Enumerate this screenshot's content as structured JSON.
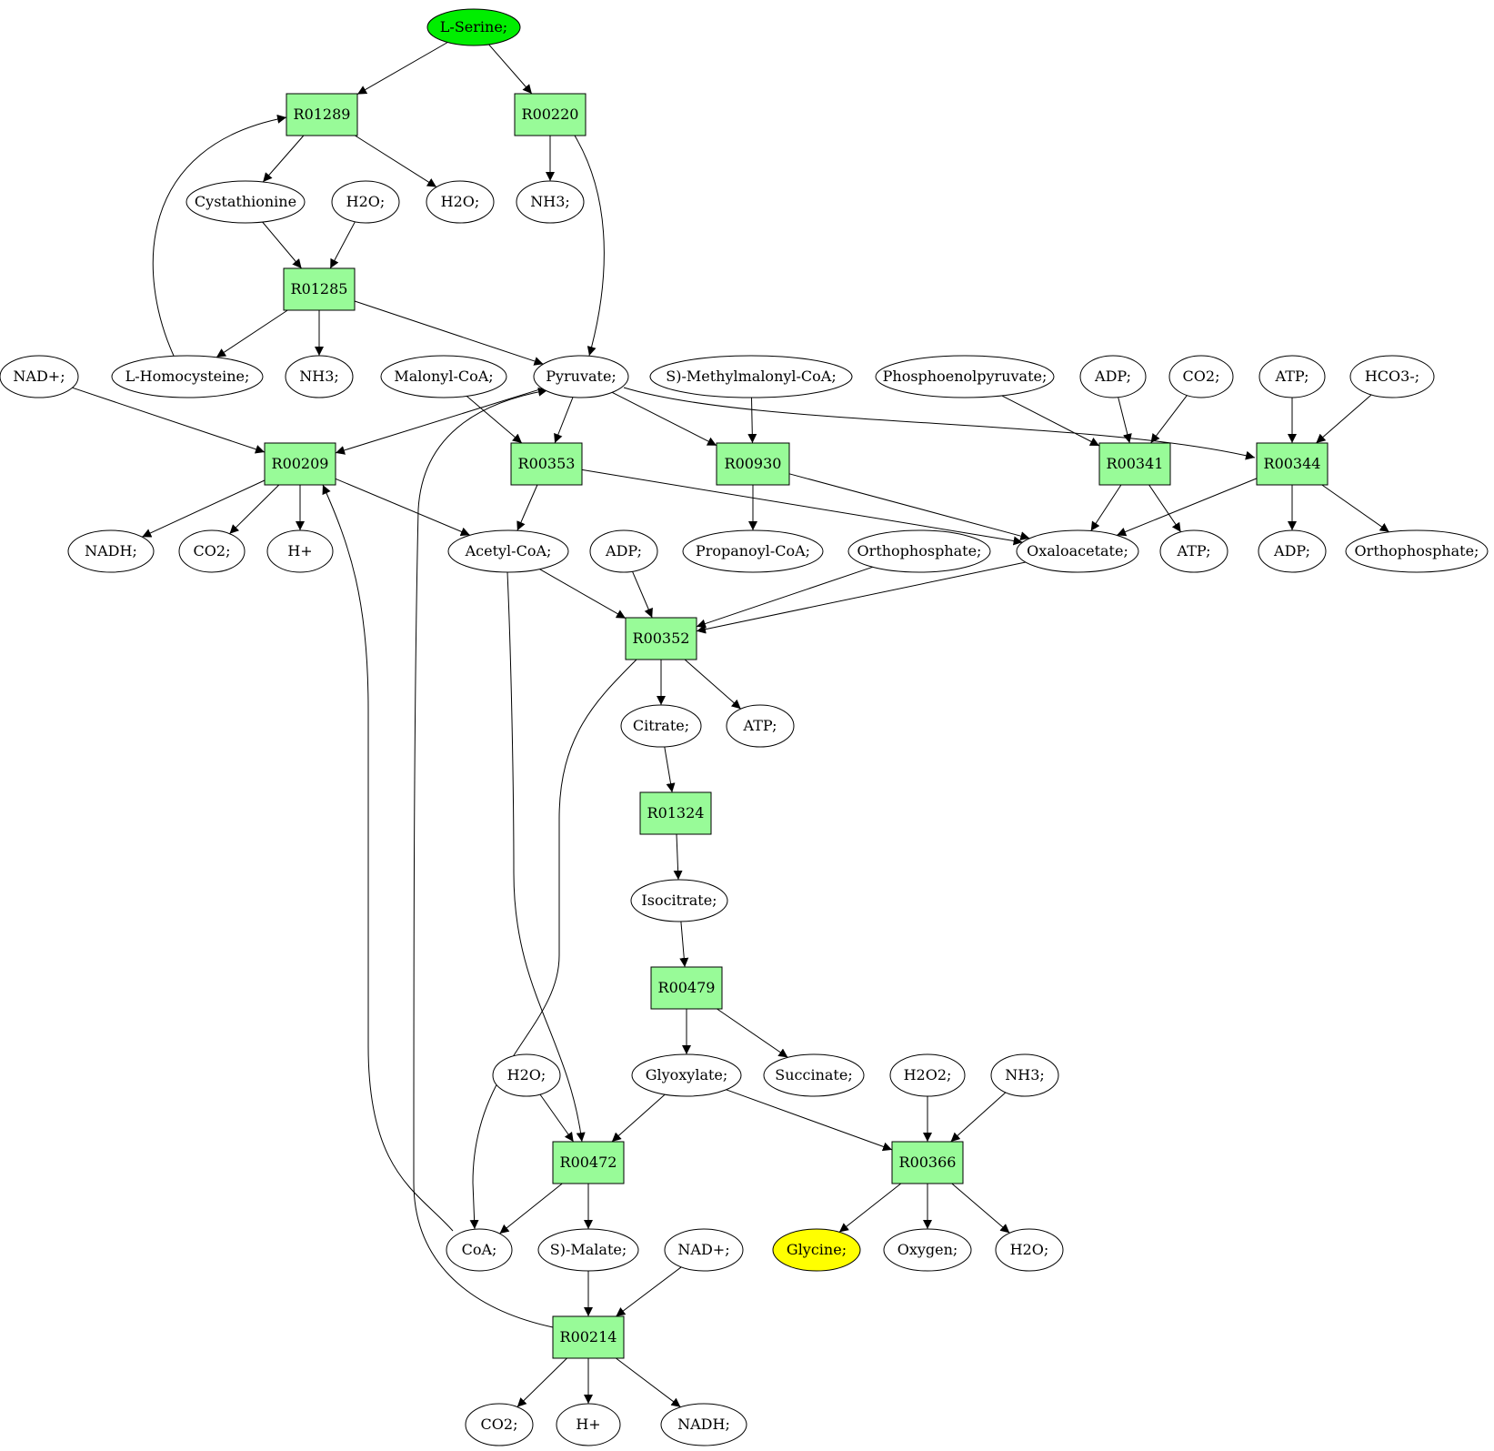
{
  "source_node": "n_serine",
  "target_node": "n_glycine",
  "node_colors": {
    "metabolite": "#ffffff",
    "reaction": "#98fb98",
    "source": "#00ee00",
    "target": "#ffff00"
  },
  "nodes": [
    {
      "id": "n_serine",
      "type": "metabolite",
      "label": "L-Serine;"
    },
    {
      "id": "r01289",
      "type": "reaction",
      "label": "R01289"
    },
    {
      "id": "r00220",
      "type": "reaction",
      "label": "R00220"
    },
    {
      "id": "n_cysta",
      "type": "metabolite",
      "label": "Cystathionine"
    },
    {
      "id": "n_h2o_a",
      "type": "metabolite",
      "label": "H2O;"
    },
    {
      "id": "n_h2o_b",
      "type": "metabolite",
      "label": "H2O;"
    },
    {
      "id": "n_nh3_a",
      "type": "metabolite",
      "label": "NH3;"
    },
    {
      "id": "r01285",
      "type": "reaction",
      "label": "R01285"
    },
    {
      "id": "n_nad_a",
      "type": "metabolite",
      "label": "NAD+;"
    },
    {
      "id": "n_lhcys",
      "type": "metabolite",
      "label": "L-Homocysteine;"
    },
    {
      "id": "n_nh3_b",
      "type": "metabolite",
      "label": "NH3;"
    },
    {
      "id": "n_malcoa",
      "type": "metabolite",
      "label": "Malonyl-CoA;"
    },
    {
      "id": "n_pyr",
      "type": "metabolite",
      "label": "Pyruvate;"
    },
    {
      "id": "n_smmcoa",
      "type": "metabolite",
      "label": "S)-Methylmalonyl-CoA;"
    },
    {
      "id": "n_pep",
      "type": "metabolite",
      "label": "Phosphoenolpyruvate;"
    },
    {
      "id": "n_adp_a",
      "type": "metabolite",
      "label": "ADP;"
    },
    {
      "id": "n_co2_a",
      "type": "metabolite",
      "label": "CO2;"
    },
    {
      "id": "n_atp_a",
      "type": "metabolite",
      "label": "ATP;"
    },
    {
      "id": "n_hco3",
      "type": "metabolite",
      "label": "HCO3-;"
    },
    {
      "id": "r00209",
      "type": "reaction",
      "label": "R00209"
    },
    {
      "id": "r00353",
      "type": "reaction",
      "label": "R00353"
    },
    {
      "id": "r00930",
      "type": "reaction",
      "label": "R00930"
    },
    {
      "id": "r00341",
      "type": "reaction",
      "label": "R00341"
    },
    {
      "id": "r00344",
      "type": "reaction",
      "label": "R00344"
    },
    {
      "id": "n_nadh_a",
      "type": "metabolite",
      "label": "NADH;"
    },
    {
      "id": "n_co2_b",
      "type": "metabolite",
      "label": "CO2;"
    },
    {
      "id": "n_hplus_a",
      "type": "metabolite",
      "label": "H+"
    },
    {
      "id": "n_accoa",
      "type": "metabolite",
      "label": "Acetyl-CoA;"
    },
    {
      "id": "n_adp_b",
      "type": "metabolite",
      "label": "ADP;"
    },
    {
      "id": "n_propcoa",
      "type": "metabolite",
      "label": "Propanoyl-CoA;"
    },
    {
      "id": "n_pi_a",
      "type": "metabolite",
      "label": "Orthophosphate;"
    },
    {
      "id": "n_oaa",
      "type": "metabolite",
      "label": "Oxaloacetate;"
    },
    {
      "id": "n_atp_b",
      "type": "metabolite",
      "label": "ATP;"
    },
    {
      "id": "n_adp_c",
      "type": "metabolite",
      "label": "ADP;"
    },
    {
      "id": "n_pi_b",
      "type": "metabolite",
      "label": "Orthophosphate;"
    },
    {
      "id": "r00352",
      "type": "reaction",
      "label": "R00352"
    },
    {
      "id": "n_cit",
      "type": "metabolite",
      "label": "Citrate;"
    },
    {
      "id": "n_atp_c",
      "type": "metabolite",
      "label": "ATP;"
    },
    {
      "id": "r01324",
      "type": "reaction",
      "label": "R01324"
    },
    {
      "id": "n_icit",
      "type": "metabolite",
      "label": "Isocitrate;"
    },
    {
      "id": "r00479",
      "type": "reaction",
      "label": "R00479"
    },
    {
      "id": "n_h2o_c",
      "type": "metabolite",
      "label": "H2O;"
    },
    {
      "id": "n_glyox",
      "type": "metabolite",
      "label": "Glyoxylate;"
    },
    {
      "id": "n_succ",
      "type": "metabolite",
      "label": "Succinate;"
    },
    {
      "id": "n_h2o2",
      "type": "metabolite",
      "label": "H2O2;"
    },
    {
      "id": "n_nh3_c",
      "type": "metabolite",
      "label": "NH3;"
    },
    {
      "id": "r00472",
      "type": "reaction",
      "label": "R00472"
    },
    {
      "id": "r00366",
      "type": "reaction",
      "label": "R00366"
    },
    {
      "id": "n_coa",
      "type": "metabolite",
      "label": "CoA;"
    },
    {
      "id": "n_smal",
      "type": "metabolite",
      "label": "S)-Malate;"
    },
    {
      "id": "n_nad_b",
      "type": "metabolite",
      "label": "NAD+;"
    },
    {
      "id": "n_glycine",
      "type": "metabolite",
      "label": "Glycine;"
    },
    {
      "id": "n_oxy",
      "type": "metabolite",
      "label": "Oxygen;"
    },
    {
      "id": "n_h2o_d",
      "type": "metabolite",
      "label": "H2O;"
    },
    {
      "id": "r00214",
      "type": "reaction",
      "label": "R00214"
    },
    {
      "id": "n_co2_c",
      "type": "metabolite",
      "label": "CO2;"
    },
    {
      "id": "n_hplus_b",
      "type": "metabolite",
      "label": "H+"
    },
    {
      "id": "n_nadh_b",
      "type": "metabolite",
      "label": "NADH;"
    }
  ],
  "edges": [
    {
      "from": "n_serine",
      "to": "r01289"
    },
    {
      "from": "n_serine",
      "to": "r00220"
    },
    {
      "from": "r01289",
      "to": "n_cysta"
    },
    {
      "from": "r01289",
      "to": "n_h2o_b"
    },
    {
      "from": "r00220",
      "to": "n_nh3_a"
    },
    {
      "from": "r00220",
      "to": "n_pyr"
    },
    {
      "from": "n_cysta",
      "to": "r01285"
    },
    {
      "from": "n_h2o_a",
      "to": "r01285"
    },
    {
      "from": "r01285",
      "to": "n_lhcys"
    },
    {
      "from": "r01285",
      "to": "n_nh3_b"
    },
    {
      "from": "r01285",
      "to": "n_pyr"
    },
    {
      "from": "n_lhcys",
      "to": "r01289"
    },
    {
      "from": "n_nad_a",
      "to": "r00209"
    },
    {
      "from": "n_pyr",
      "to": "r00209"
    },
    {
      "from": "n_malcoa",
      "to": "r00353"
    },
    {
      "from": "n_pyr",
      "to": "r00353"
    },
    {
      "from": "n_pyr",
      "to": "r00930"
    },
    {
      "from": "n_smmcoa",
      "to": "r00930"
    },
    {
      "from": "n_pyr",
      "to": "r00344"
    },
    {
      "from": "n_pep",
      "to": "r00341"
    },
    {
      "from": "n_adp_a",
      "to": "r00341"
    },
    {
      "from": "n_co2_a",
      "to": "r00341"
    },
    {
      "from": "n_atp_a",
      "to": "r00344"
    },
    {
      "from": "n_hco3",
      "to": "r00344"
    },
    {
      "from": "r00209",
      "to": "n_nadh_a"
    },
    {
      "from": "r00209",
      "to": "n_co2_b"
    },
    {
      "from": "r00209",
      "to": "n_hplus_a"
    },
    {
      "from": "r00209",
      "to": "n_accoa"
    },
    {
      "from": "r00353",
      "to": "n_accoa"
    },
    {
      "from": "r00353",
      "to": "n_oaa"
    },
    {
      "from": "r00930",
      "to": "n_propcoa"
    },
    {
      "from": "r00930",
      "to": "n_oaa"
    },
    {
      "from": "r00341",
      "to": "n_oaa"
    },
    {
      "from": "r00341",
      "to": "n_atp_b"
    },
    {
      "from": "r00344",
      "to": "n_oaa"
    },
    {
      "from": "r00344",
      "to": "n_adp_c"
    },
    {
      "from": "r00344",
      "to": "n_pi_b"
    },
    {
      "from": "n_accoa",
      "to": "r00352"
    },
    {
      "from": "n_adp_b",
      "to": "r00352"
    },
    {
      "from": "n_pi_a",
      "to": "r00352"
    },
    {
      "from": "n_oaa",
      "to": "r00352"
    },
    {
      "from": "n_accoa",
      "to": "r00472"
    },
    {
      "from": "r00352",
      "to": "n_cit"
    },
    {
      "from": "r00352",
      "to": "n_atp_c"
    },
    {
      "from": "r00352",
      "to": "n_coa"
    },
    {
      "from": "n_cit",
      "to": "r01324"
    },
    {
      "from": "r01324",
      "to": "n_icit"
    },
    {
      "from": "n_icit",
      "to": "r00479"
    },
    {
      "from": "r00479",
      "to": "n_glyox"
    },
    {
      "from": "r00479",
      "to": "n_succ"
    },
    {
      "from": "n_h2o_c",
      "to": "r00472"
    },
    {
      "from": "n_glyox",
      "to": "r00472"
    },
    {
      "from": "n_glyox",
      "to": "r00366"
    },
    {
      "from": "n_h2o2",
      "to": "r00366"
    },
    {
      "from": "n_nh3_c",
      "to": "r00366"
    },
    {
      "from": "r00472",
      "to": "n_coa"
    },
    {
      "from": "r00472",
      "to": "n_smal"
    },
    {
      "from": "n_coa",
      "to": "r00209"
    },
    {
      "from": "n_smal",
      "to": "r00214"
    },
    {
      "from": "n_nad_b",
      "to": "r00214"
    },
    {
      "from": "r00366",
      "to": "n_glycine"
    },
    {
      "from": "r00366",
      "to": "n_oxy"
    },
    {
      "from": "r00366",
      "to": "n_h2o_d"
    },
    {
      "from": "r00214",
      "to": "n_co2_c"
    },
    {
      "from": "r00214",
      "to": "n_hplus_b"
    },
    {
      "from": "r00214",
      "to": "n_nadh_b"
    },
    {
      "from": "r00214",
      "to": "n_pyr"
    }
  ]
}
